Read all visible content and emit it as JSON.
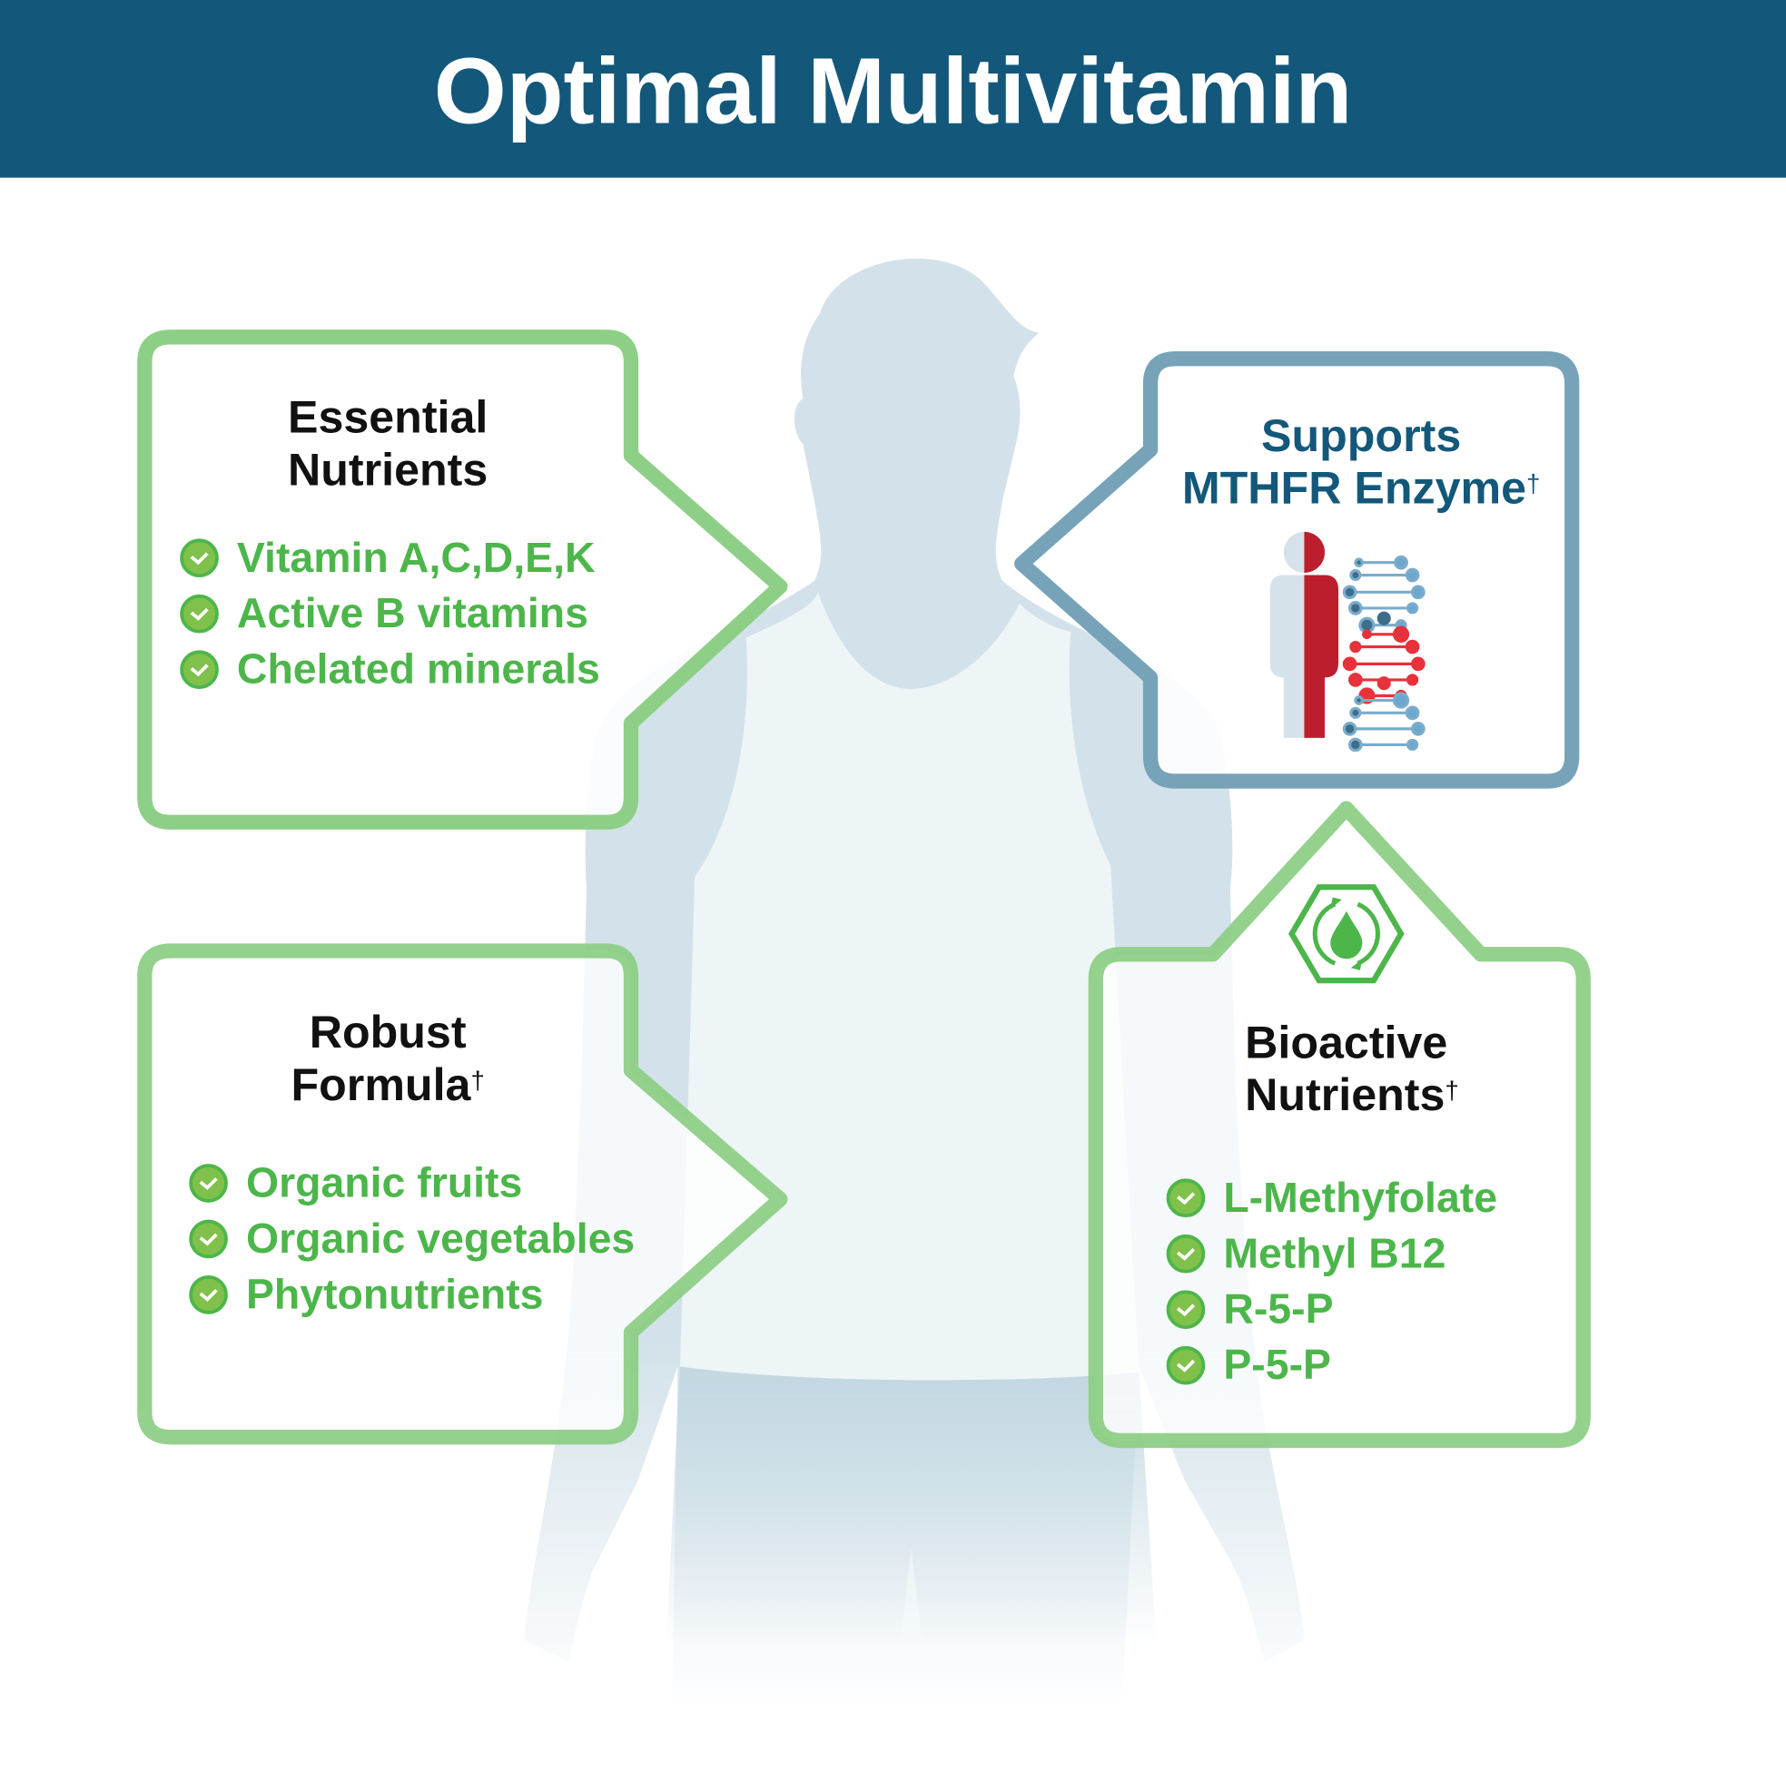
{
  "title": "Optimal Multivitamin",
  "colors": {
    "header": "#13587a",
    "green": "#4cb64a",
    "box_green": "#8dcf86",
    "box_blue": "#77a3b8",
    "red": "#c0202e",
    "silhouette": "#d5e3ea"
  },
  "boxes": {
    "essential": {
      "line1": "Essential",
      "line2": "Nutrients",
      "items": [
        "Vitamin A,C,D,E,K",
        "Active B vitamins",
        "Chelated minerals"
      ]
    },
    "mthfr": {
      "line1": "Supports",
      "line2": "MTHFR Enzyme",
      "dagger": "†"
    },
    "robust": {
      "line1": "Robust",
      "line2": "Formula",
      "dagger": "†",
      "items": [
        "Organic fruits",
        "Organic vegetables",
        "Phytonutrients"
      ]
    },
    "bioactive": {
      "line1": "Bioactive",
      "line2": "Nutrients",
      "dagger": "†",
      "items": [
        "L-Methyfolate",
        "Methyl B12",
        "R-5-P",
        "P-5-P"
      ]
    }
  }
}
